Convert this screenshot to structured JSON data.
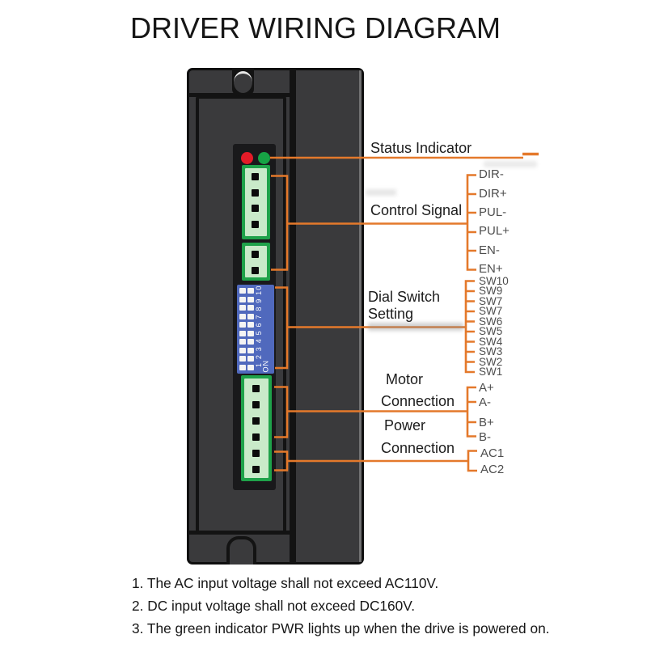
{
  "title": "DRIVER WIRING DIAGRAM",
  "callouts": {
    "status": "Status Indicator",
    "control": "Control Signal",
    "dial_line1": "Dial Switch",
    "dial_line2": "Setting",
    "motor_line1": "Motor",
    "motor_line2": "Connection",
    "power_line1": "Power",
    "power_line2": "Connection"
  },
  "pins": {
    "control": [
      "DIR-",
      "DIR+",
      "PUL-",
      "PUL+",
      "EN-",
      "EN+"
    ],
    "dial": [
      "SW10",
      "SW9",
      "SW7",
      "SW7",
      "SW6",
      "SW5",
      "SW4",
      "SW3",
      "SW2",
      "SW1"
    ],
    "motor": [
      "A+",
      "A-",
      "B+",
      "B-"
    ],
    "power": [
      "AC1",
      "AC2"
    ]
  },
  "dip": {
    "scale_label": "1 2 3 4 5 6 7 8 9 10",
    "on_label": "ON",
    "switch_count": 10
  },
  "connectors": {
    "control_upper_pins": 4,
    "control_lower_pins": 2,
    "motor_power_pins": 6
  },
  "notes": [
    "1. The AC input voltage shall not exceed AC110V.",
    "2. DC input voltage shall not exceed DC160V.",
    "3. The green indicator PWR lights up when the drive is powered on."
  ],
  "colors": {
    "accent_orange": "#e4792b",
    "led_red": "#e41b28",
    "led_green": "#17a345",
    "connector_green": "#1fa24a",
    "connector_green_light": "#c9eac9",
    "dip_blue": "#5069bd",
    "body_gray": "#3a3a3c"
  }
}
